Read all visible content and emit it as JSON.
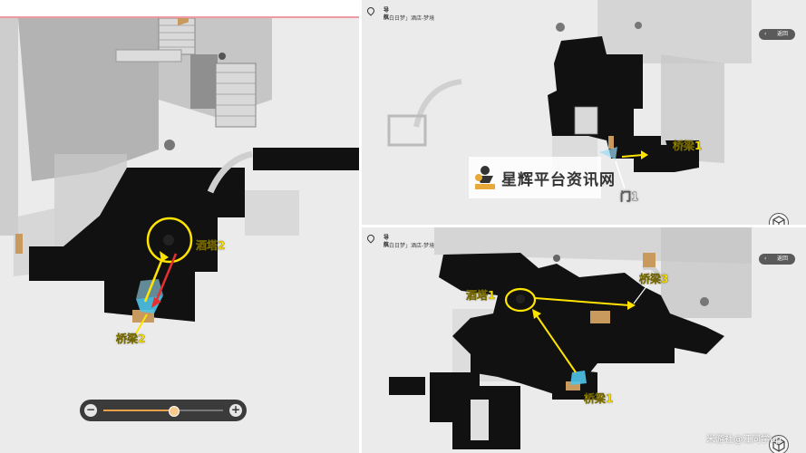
{
  "left_panel": {
    "labels": {
      "tower": "酒塔2",
      "bridge": "桥梁2"
    },
    "zoom": {
      "minus_label": "−",
      "plus_label": "+",
      "level": 0.58
    }
  },
  "top_right_panel": {
    "nav": {
      "title": "导航",
      "subtitle": "「白日梦」酒店-梦境"
    },
    "back_label": "返回",
    "labels": {
      "bridge": "桥梁1",
      "door": "门1"
    }
  },
  "bottom_right_panel": {
    "nav": {
      "title": "导航",
      "subtitle": "「白日梦」酒店-梦境"
    },
    "back_label": "返回",
    "labels": {
      "tower": "酒塔1",
      "bridge_top": "桥梁3",
      "bridge_bottom": "桥梁1"
    }
  },
  "watermark": {
    "text": "星辉平台资讯网"
  },
  "credit": "米游社@江同学up",
  "colors": {
    "annotation": "#ffe400",
    "accent": "#e7a14a",
    "arrow_red": "#e53030"
  }
}
